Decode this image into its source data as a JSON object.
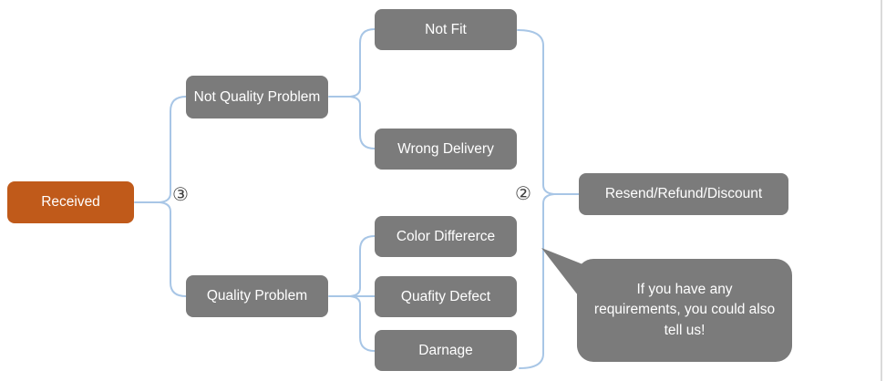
{
  "colors": {
    "root_fill": "#C05A1A",
    "node_fill": "#7B7B7B",
    "connector": "#A8C6E6",
    "text": "#FFFFFF",
    "marker_color": "#3F3F3F"
  },
  "root": {
    "label": "Received"
  },
  "markers": {
    "root_branch": "③",
    "outcome_branch": "②"
  },
  "categories": [
    {
      "label": "Not Quality Problem"
    },
    {
      "label": "Quality Problem"
    }
  ],
  "reasons": [
    {
      "label": "Not Fit"
    },
    {
      "label": "Wrong Delivery"
    },
    {
      "label": "Color Differerce"
    },
    {
      "label": "Quafity Defect"
    },
    {
      "label": "Darnage"
    }
  ],
  "outcome": {
    "label": "Resend/Refund/Discount"
  },
  "callout": {
    "text": "If you have any requirements, you could also tell us!"
  }
}
